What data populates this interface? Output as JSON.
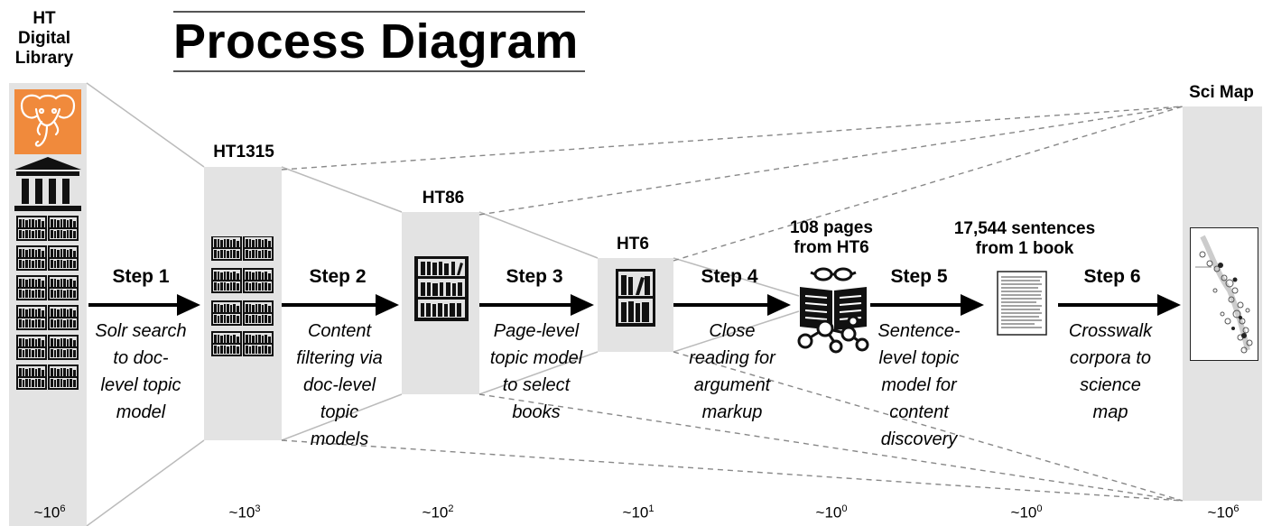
{
  "title": "Process Diagram",
  "columns": [
    {
      "label": "HT\nDigital\nLibrary",
      "magnitude_base": "~10",
      "magnitude_exp": "6"
    },
    {
      "label": "HT1315",
      "magnitude_base": "~10",
      "magnitude_exp": "3"
    },
    {
      "label": "HT86",
      "magnitude_base": "~10",
      "magnitude_exp": "2"
    },
    {
      "label": "HT6",
      "magnitude_base": "~10",
      "magnitude_exp": "1"
    },
    {
      "label": "108 pages\nfrom HT6",
      "magnitude_base": "~10",
      "magnitude_exp": "0"
    },
    {
      "label": "17,544 sentences\nfrom 1 book",
      "magnitude_base": "~10",
      "magnitude_exp": "0"
    },
    {
      "label": "Sci Map",
      "magnitude_base": "~10",
      "magnitude_exp": "6"
    }
  ],
  "steps": [
    {
      "label": "Step 1",
      "description": "Solr search\nto doc-\nlevel topic\nmodel"
    },
    {
      "label": "Step 2",
      "description": "Content\nfiltering via\ndoc-level\ntopic\nmodels"
    },
    {
      "label": "Step 3",
      "description": "Page-level\ntopic model\nto select\nbooks"
    },
    {
      "label": "Step 4",
      "description": "Close\nreading for\nargument\nmarkup"
    },
    {
      "label": "Step 5",
      "description": "Sentence-\nlevel topic\nmodel for\ncontent\ndiscovery"
    },
    {
      "label": "Step 6",
      "description": "Crosswalk\ncorpora to\nscience\nmap"
    }
  ],
  "colors": {
    "column_fill": "#e3e3e3",
    "hathitrust_orange": "#f08a3c",
    "connector": "#bbbbbb",
    "dashed": "#888888"
  },
  "icons": [
    "elephant-logo-icon",
    "library-building-icon",
    "bookshelf-icon",
    "reader-icon",
    "document-icon",
    "science-map-icon"
  ]
}
